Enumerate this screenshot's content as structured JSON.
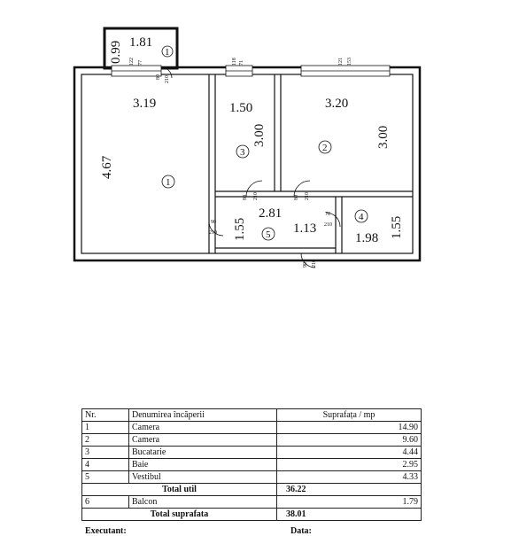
{
  "plan": {
    "balcony": {
      "width": "1.81",
      "depth": "0.99",
      "number": "1"
    },
    "room1": {
      "width": "3.19",
      "length": "4.67",
      "number": "1"
    },
    "room2": {
      "width": "3.20",
      "length": "3.00",
      "number": "2"
    },
    "room3": {
      "width": "1.50",
      "length": "3.00",
      "number": "3"
    },
    "hall": {
      "width": "2.81",
      "length": "1.55",
      "extra": "1.13",
      "number": "5"
    },
    "bath": {
      "width": "1.98",
      "length": "1.55",
      "number": "4"
    },
    "openings": {
      "balcony_window": {
        "w": "122",
        "h": "77"
      },
      "balcony_door": {
        "w": "80",
        "h": "210"
      },
      "win_room3": {
        "w": "118",
        "h": "71"
      },
      "win_room2": {
        "w": "121",
        "h": "153"
      },
      "door_room3": {
        "w": "80",
        "h": "210"
      },
      "door_room2": {
        "w": "80",
        "h": "210"
      },
      "door_room1": {
        "w": "90",
        "h": "210"
      },
      "door_bath": {
        "w": "70",
        "h": "210"
      },
      "door_entry": {
        "w": "90",
        "h": "210"
      }
    }
  },
  "table": {
    "headers": {
      "nr": "Nr.",
      "name": "Denumirea încăperii",
      "area": "Suprafața / mp"
    },
    "rows": [
      {
        "nr": "1",
        "name": "Camera",
        "area": "14.90"
      },
      {
        "nr": "2",
        "name": "Camera",
        "area": "9.60"
      },
      {
        "nr": "3",
        "name": "Bucatarie",
        "area": "4.44"
      },
      {
        "nr": "4",
        "name": "Baie",
        "area": "2.95"
      },
      {
        "nr": "5",
        "name": "Vestibul",
        "area": "4.33"
      }
    ],
    "total_util": {
      "label": "Total util",
      "value": "36.22"
    },
    "balcony_row": {
      "nr": "6",
      "name": "Balcon",
      "area": "1.79"
    },
    "total": {
      "label": "Total suprafata",
      "value": "38.01"
    },
    "footer": {
      "left": "Executant:",
      "right": "Data:"
    }
  }
}
